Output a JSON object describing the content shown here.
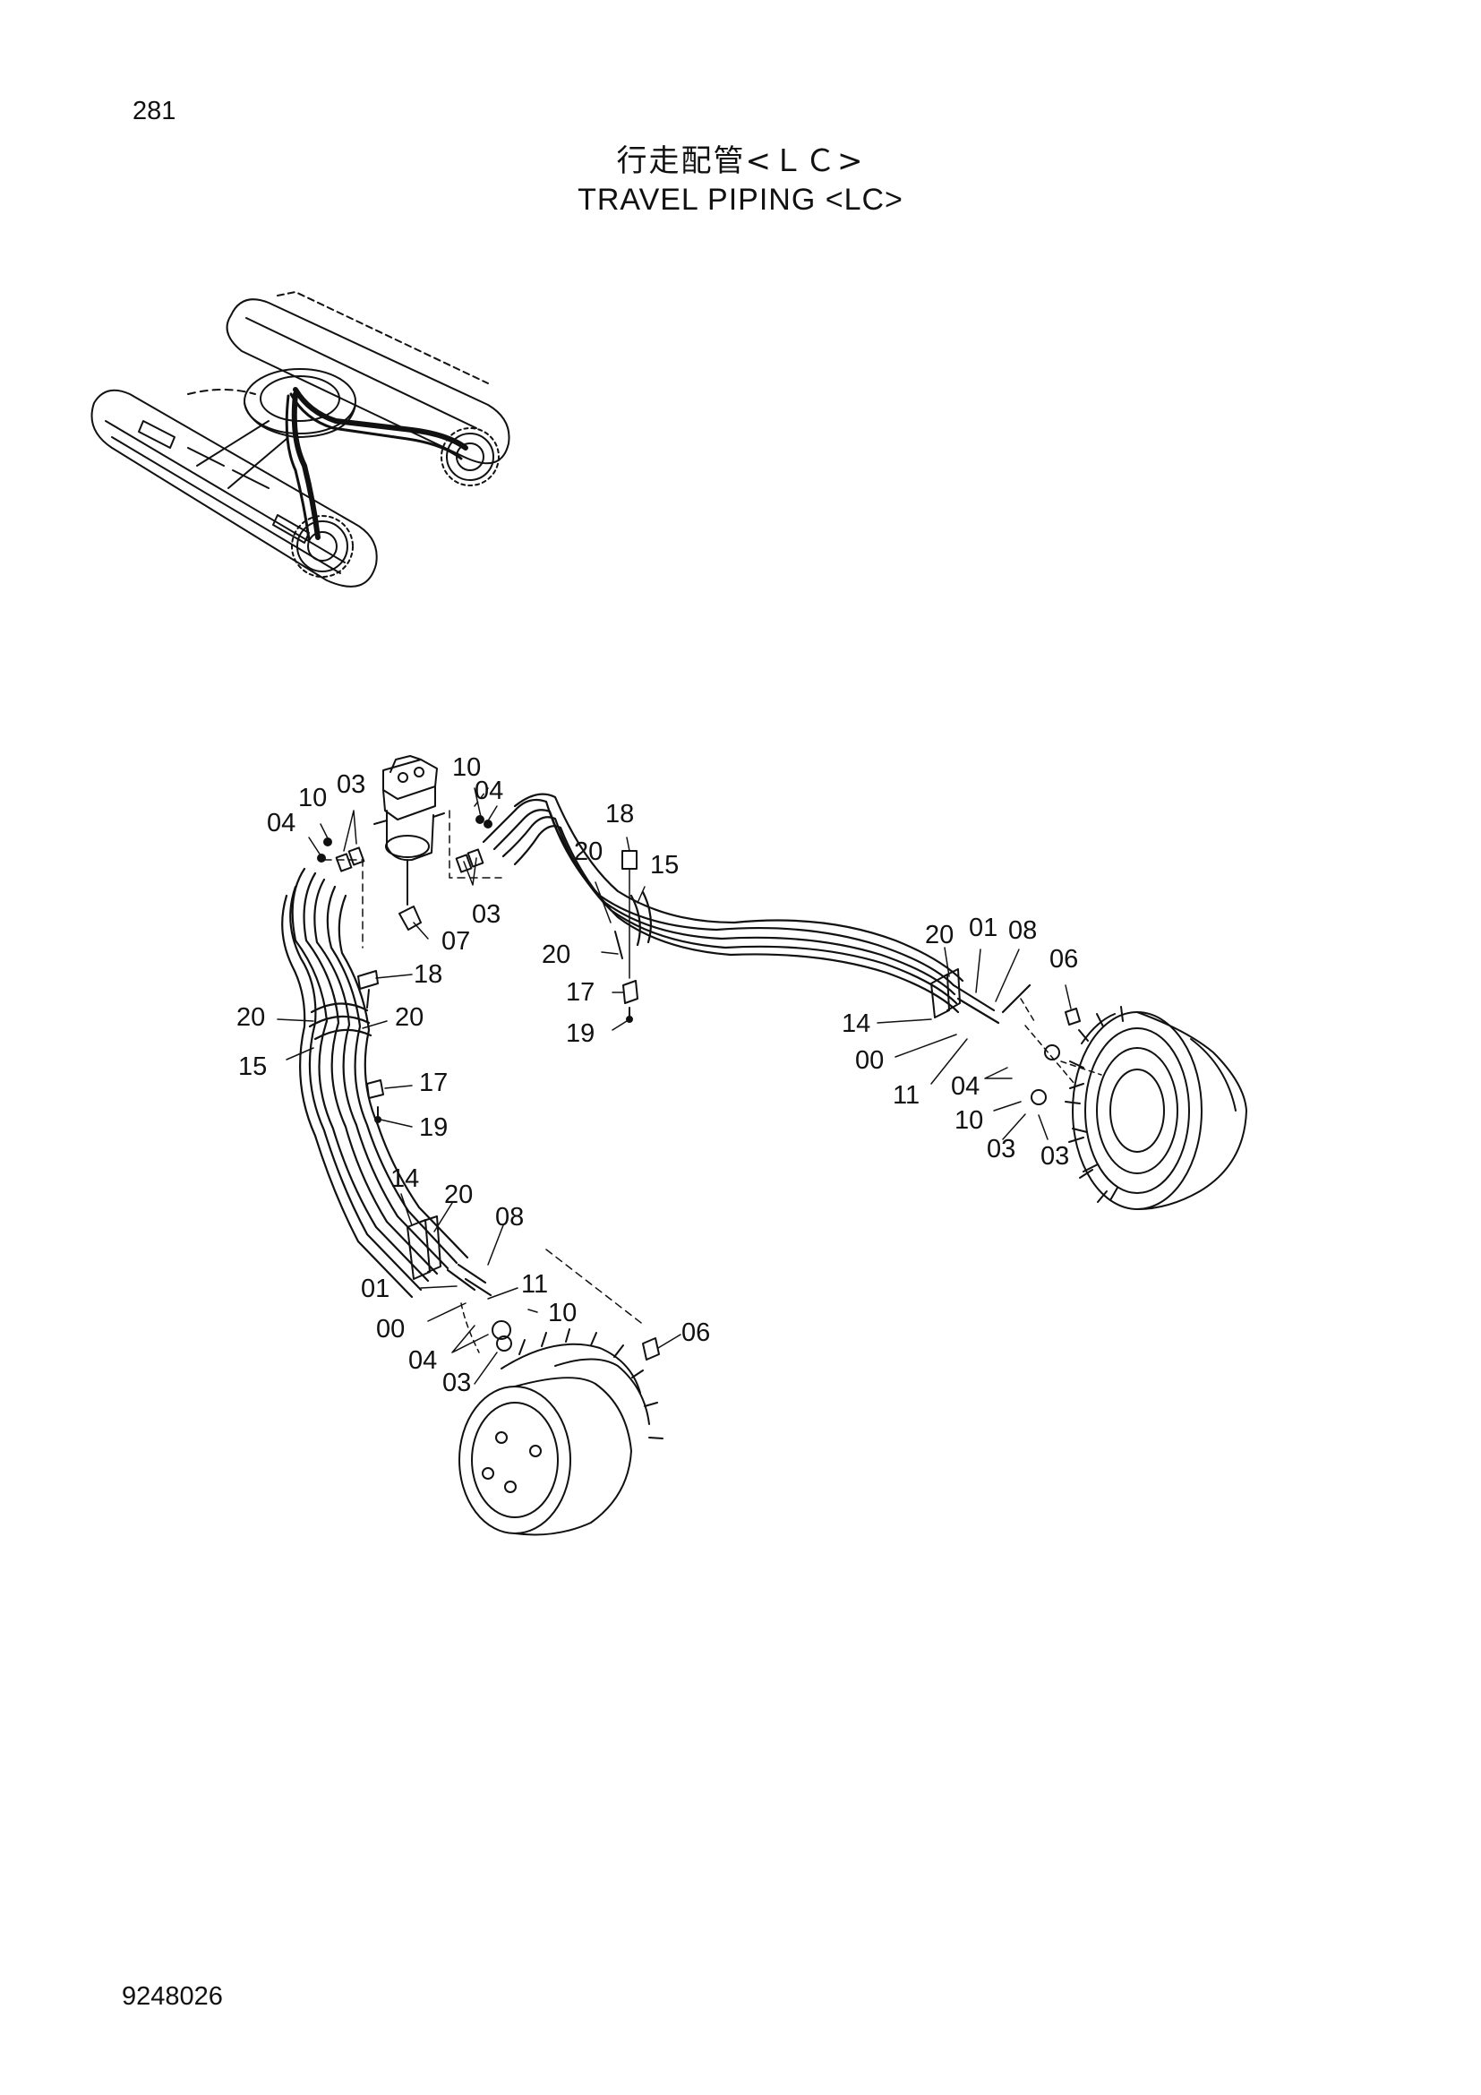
{
  "page": {
    "number": "281",
    "title_jp": "行走配管<ＬＣ>",
    "title_en": "TRAVEL PIPING <LC>",
    "doc_code": "9248026"
  },
  "callouts": [
    {
      "id": "c1",
      "text": "10"
    },
    {
      "id": "c2",
      "text": "03"
    },
    {
      "id": "c3",
      "text": "04"
    },
    {
      "id": "c4",
      "text": "10"
    },
    {
      "id": "c5",
      "text": "04"
    },
    {
      "id": "c6",
      "text": "03"
    },
    {
      "id": "c7",
      "text": "07"
    },
    {
      "id": "c8",
      "text": "18"
    },
    {
      "id": "c9",
      "text": "20"
    },
    {
      "id": "c10",
      "text": "15"
    },
    {
      "id": "c11",
      "text": "20"
    },
    {
      "id": "c12",
      "text": "17"
    },
    {
      "id": "c13",
      "text": "19"
    },
    {
      "id": "c14",
      "text": "18"
    },
    {
      "id": "c15",
      "text": "20"
    },
    {
      "id": "c16",
      "text": "20"
    },
    {
      "id": "c17",
      "text": "15"
    },
    {
      "id": "c18",
      "text": "17"
    },
    {
      "id": "c19",
      "text": "19"
    },
    {
      "id": "c20",
      "text": "20"
    },
    {
      "id": "c21",
      "text": "01"
    },
    {
      "id": "c22",
      "text": "08"
    },
    {
      "id": "c23",
      "text": "06"
    },
    {
      "id": "c24",
      "text": "14"
    },
    {
      "id": "c25",
      "text": "00"
    },
    {
      "id": "c26",
      "text": "11"
    },
    {
      "id": "c27",
      "text": "04"
    },
    {
      "id": "c28",
      "text": "10"
    },
    {
      "id": "c29",
      "text": "03"
    },
    {
      "id": "c30",
      "text": "03"
    },
    {
      "id": "c31",
      "text": "14"
    },
    {
      "id": "c32",
      "text": "20"
    },
    {
      "id": "c33",
      "text": "08"
    },
    {
      "id": "c34",
      "text": "01"
    },
    {
      "id": "c35",
      "text": "11"
    },
    {
      "id": "c36",
      "text": "00"
    },
    {
      "id": "c37",
      "text": "10"
    },
    {
      "id": "c38",
      "text": "04"
    },
    {
      "id": "c39",
      "text": "03"
    },
    {
      "id": "c40",
      "text": "06"
    }
  ]
}
